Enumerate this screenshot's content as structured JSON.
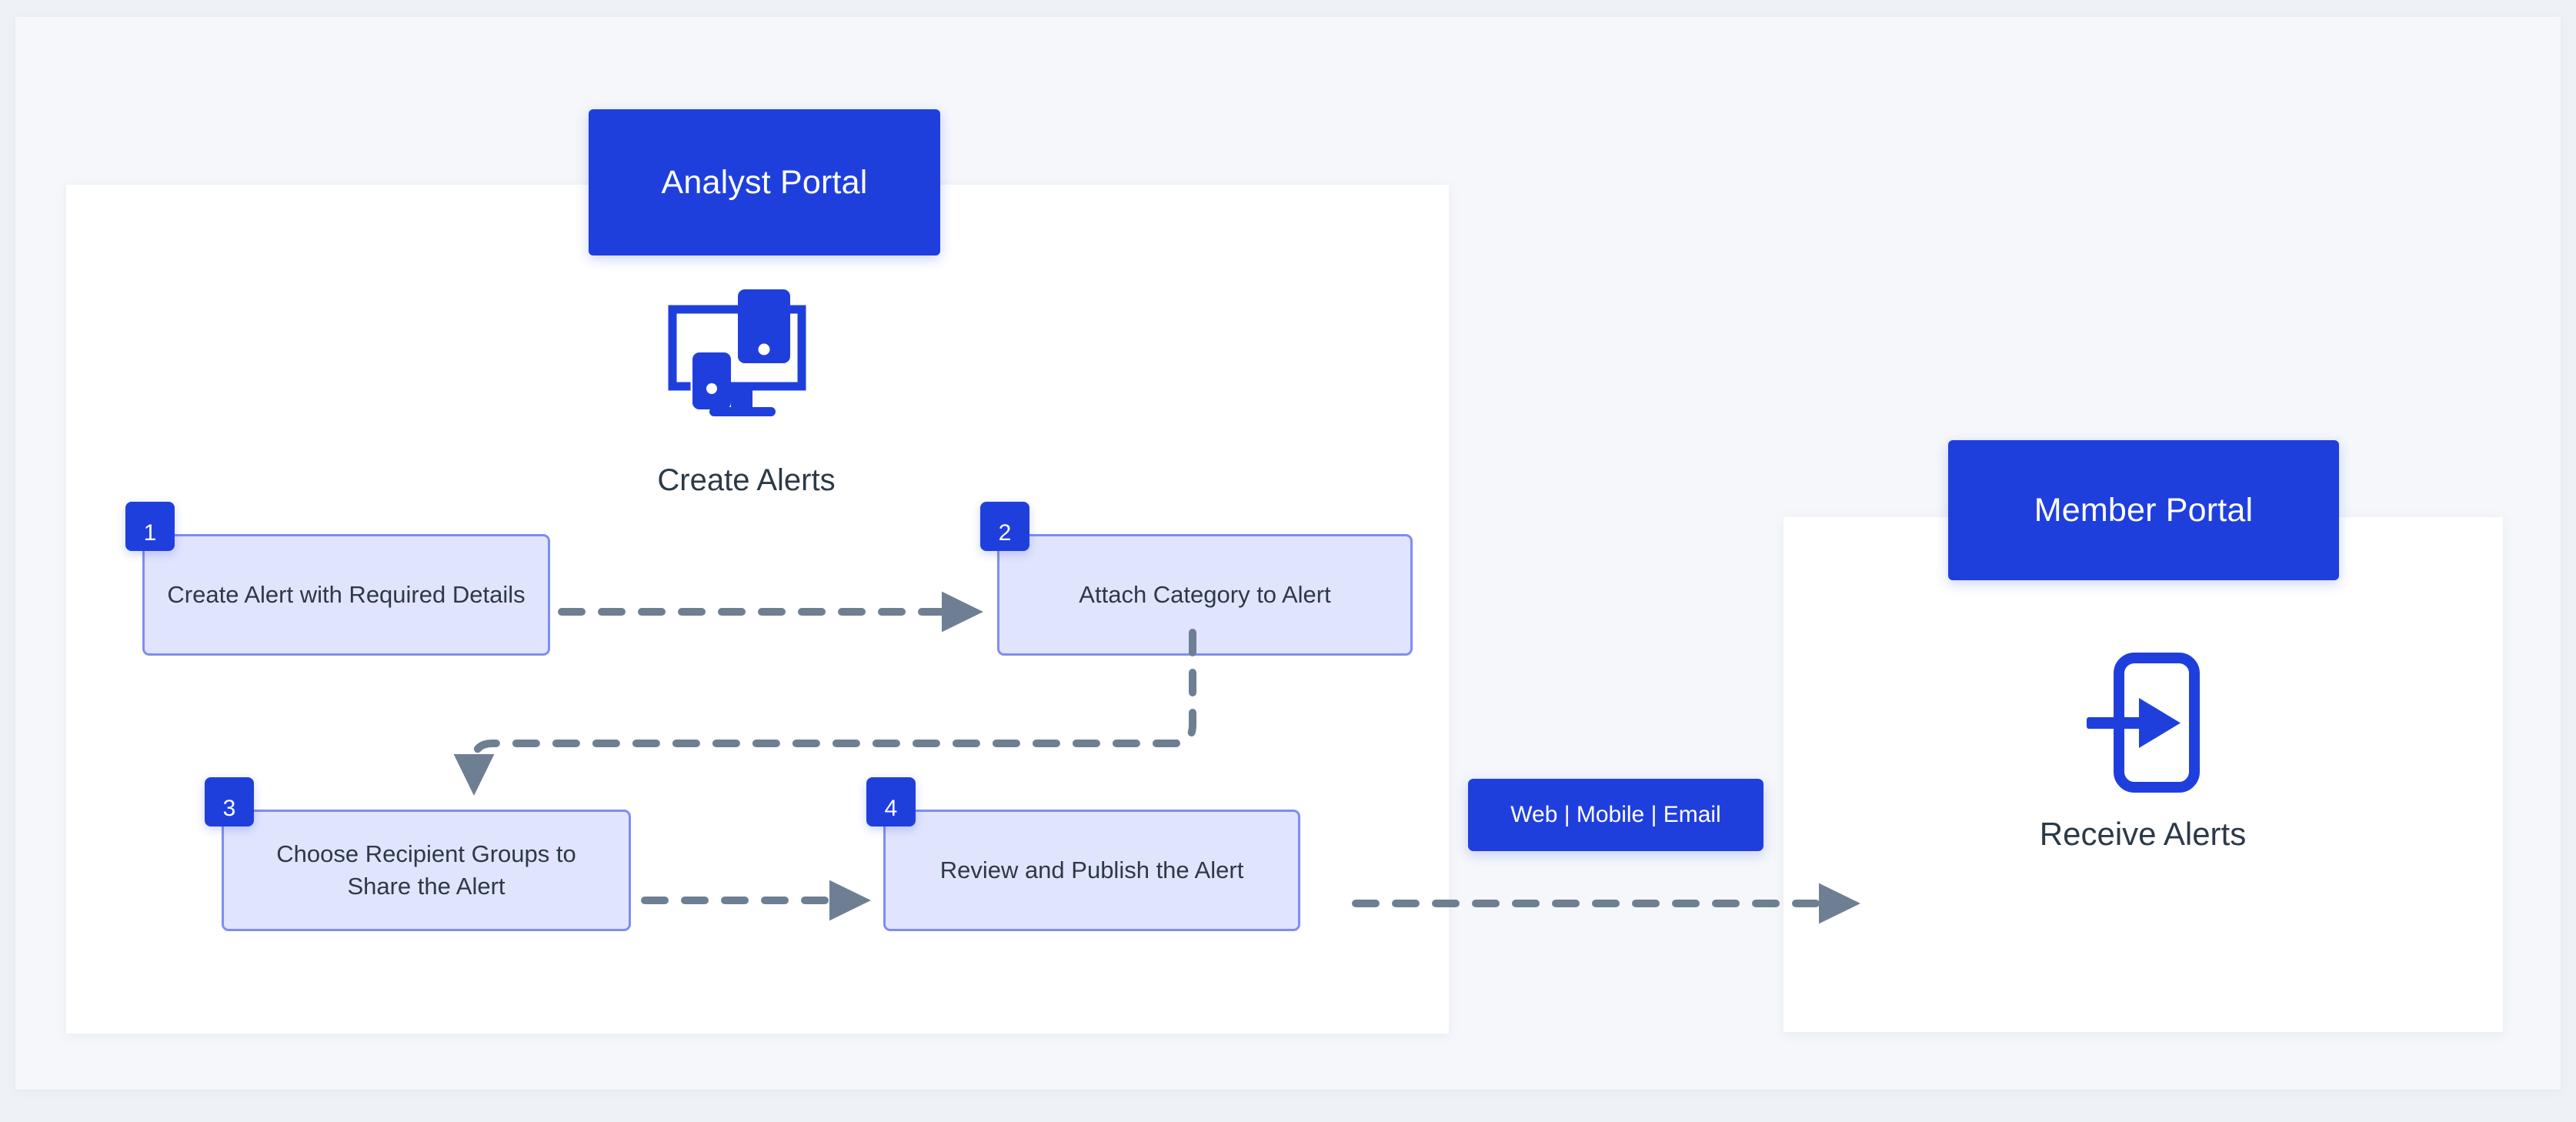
{
  "diagram": {
    "title_hidden": "",
    "colors": {
      "brand_blue": "#1f3fdd",
      "box_fill": "#e1e4fd",
      "box_border": "#7f8cf4",
      "connector_gray": "#6f7f93",
      "text_dark": "#2c3a47",
      "frame_bg": "#f5f7fb",
      "page_bg": "#eef1f5",
      "panel_bg": "#ffffff"
    }
  },
  "analyst_portal": {
    "chip_label": "Analyst Portal",
    "hero": {
      "icon": "desktop-mobile-devices-icon",
      "label": "Create Alerts"
    },
    "steps": [
      {
        "number": "1",
        "label": "Create Alert with Required Details"
      },
      {
        "number": "2",
        "label": "Attach Category to Alert"
      },
      {
        "number": "3",
        "label": "Choose Recipient Groups to Share the Alert"
      },
      {
        "number": "4",
        "label": "Review and Publish the Alert"
      }
    ]
  },
  "channel_chip": {
    "label": "Web | Mobile | Email"
  },
  "member_portal": {
    "chip_label": "Member Portal",
    "hero": {
      "icon": "login-arrow-into-device-icon",
      "label": "Receive Alerts"
    }
  }
}
